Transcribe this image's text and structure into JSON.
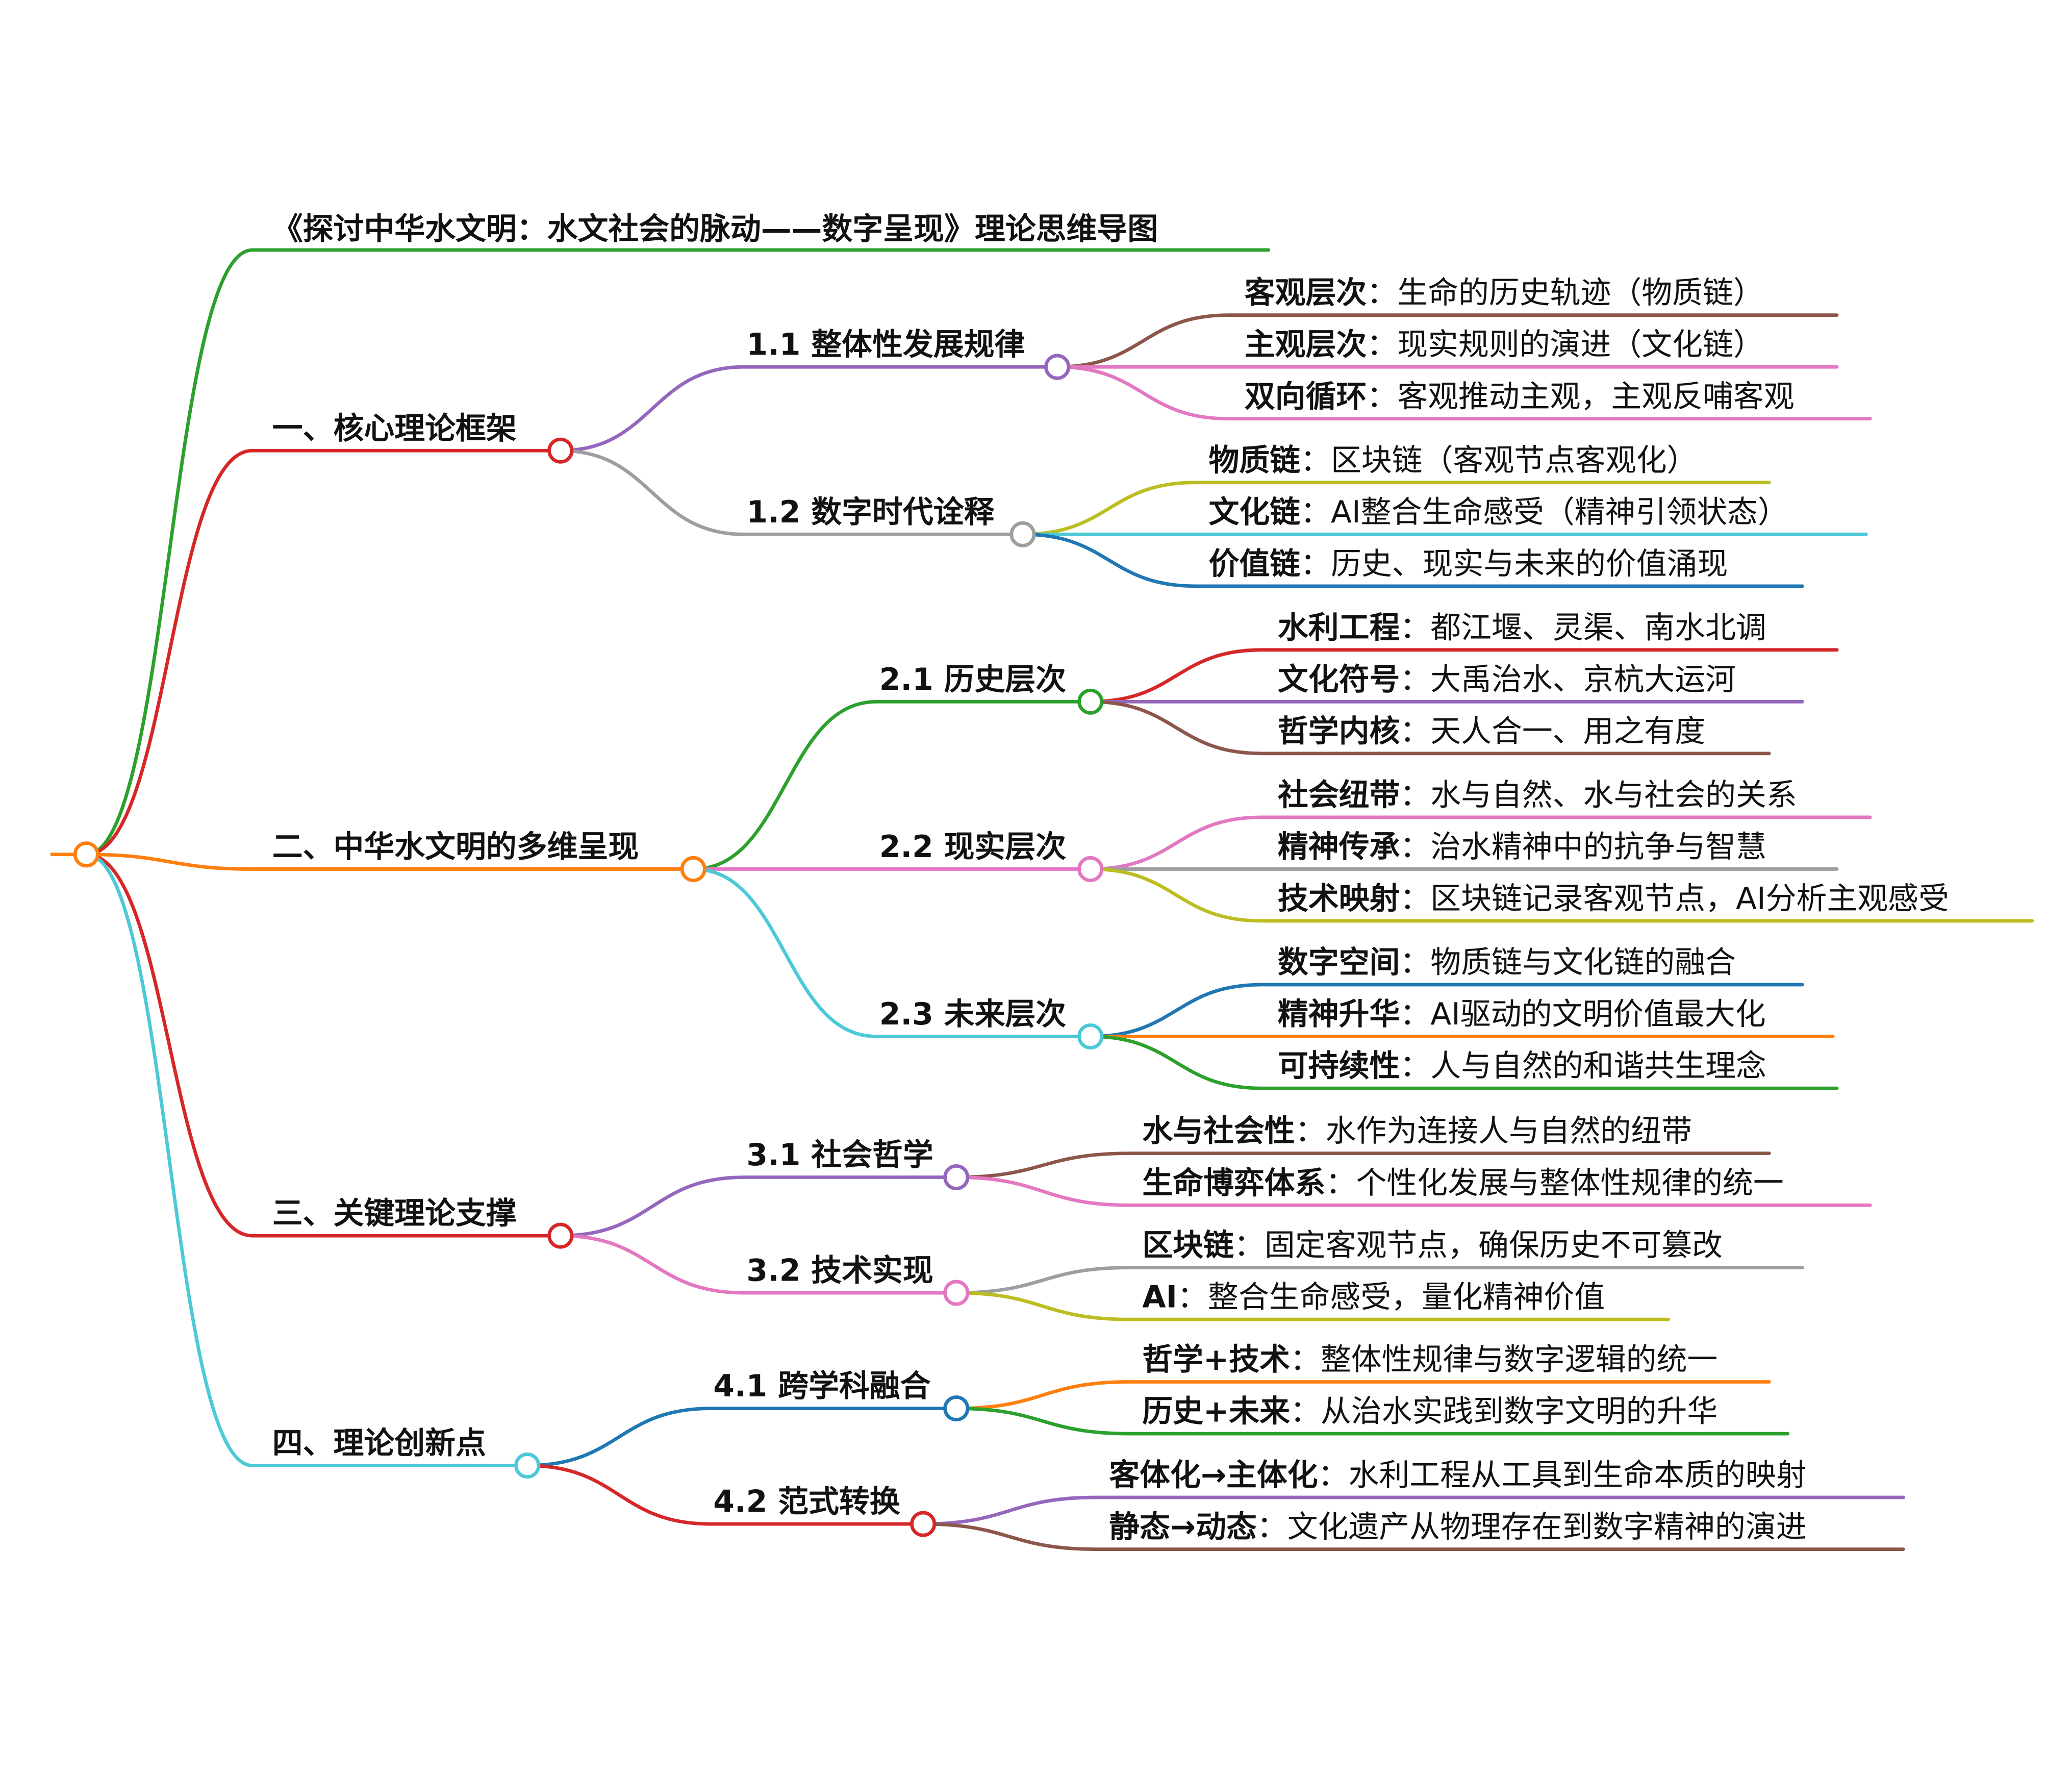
{
  "title": {
    "text": "《探讨中华水文明：水文社会的脉动——数字呈现》理论思维导图",
    "color": "#2ca02c"
  },
  "separator": "：",
  "root": {
    "color": "#ff7f0e"
  },
  "branches": [
    {
      "label": "一、核心理论框架",
      "color": "#d62728",
      "children": [
        {
          "label": "1.1 整体性发展规律",
          "color": "#9467bd",
          "leaves": [
            {
              "key": "客观层次",
              "text": "生命的历史轨迹（物质链）",
              "color": "#8c564b"
            },
            {
              "key": "主观层次",
              "text": "现实规则的演进（文化链）",
              "color": "#e377c2"
            },
            {
              "key": "双向循环",
              "text": "客观推动主观，主观反哺客观",
              "color": "#e377c2"
            }
          ]
        },
        {
          "label": "1.2 数字时代诠释",
          "color": "#9e9e9e",
          "leaves": [
            {
              "key": "物质链",
              "text": "区块链（客观节点客观化）",
              "color": "#bcbd22"
            },
            {
              "key": "文化链",
              "text": "AI整合生命感受（精神引领状态）",
              "color": "#4cc9d6"
            },
            {
              "key": "价值链",
              "text": "历史、现实与未来的价值涌现",
              "color": "#1f77b4"
            }
          ]
        }
      ]
    },
    {
      "label": "二、中华水文明的多维呈现",
      "color": "#ff7f0e",
      "children": [
        {
          "label": "2.1 历史层次",
          "color": "#2ca02c",
          "leaves": [
            {
              "key": "水利工程",
              "text": "都江堰、灵渠、南水北调",
              "color": "#d62728"
            },
            {
              "key": "文化符号",
              "text": "大禹治水、京杭大运河",
              "color": "#9467bd"
            },
            {
              "key": "哲学内核",
              "text": "天人合一、用之有度",
              "color": "#8c564b"
            }
          ]
        },
        {
          "label": "2.2 现实层次",
          "color": "#e377c2",
          "leaves": [
            {
              "key": "社会纽带",
              "text": "水与自然、水与社会的关系",
              "color": "#e377c2"
            },
            {
              "key": "精神传承",
              "text": "治水精神中的抗争与智慧",
              "color": "#9e9e9e"
            },
            {
              "key": "技术映射",
              "text": "区块链记录客观节点，AI分析主观感受",
              "color": "#bcbd22"
            }
          ]
        },
        {
          "label": "2.3 未来层次",
          "color": "#4cc9d6",
          "leaves": [
            {
              "key": "数字空间",
              "text": "物质链与文化链的融合",
              "color": "#1f77b4"
            },
            {
              "key": "精神升华",
              "text": "AI驱动的文明价值最大化",
              "color": "#ff7f0e"
            },
            {
              "key": "可持续性",
              "text": "人与自然的和谐共生理念",
              "color": "#2ca02c"
            }
          ]
        }
      ]
    },
    {
      "label": "三、关键理论支撑",
      "color": "#d62728",
      "children": [
        {
          "label": "3.1 社会哲学",
          "color": "#9467bd",
          "leaves": [
            {
              "key": "水与社会性",
              "text": "水作为连接人与自然的纽带",
              "color": "#8c564b"
            },
            {
              "key": "生命博弈体系",
              "text": "个性化发展与整体性规律的统一",
              "color": "#e377c2"
            }
          ]
        },
        {
          "label": "3.2 技术实现",
          "color": "#e377c2",
          "leaves": [
            {
              "key": "区块链",
              "text": "固定客观节点，确保历史不可篡改",
              "color": "#9e9e9e"
            },
            {
              "key": "AI",
              "text": "整合生命感受，量化精神价值",
              "color": "#bcbd22"
            }
          ]
        }
      ]
    },
    {
      "label": "四、理论创新点",
      "color": "#4cc9d6",
      "children": [
        {
          "label": "4.1 跨学科融合",
          "color": "#1f77b4",
          "leaves": [
            {
              "key": "哲学+技术",
              "text": "整体性规律与数字逻辑的统一",
              "color": "#ff7f0e"
            },
            {
              "key": "历史+未来",
              "text": "从治水实践到数字文明的升华",
              "color": "#2ca02c"
            }
          ]
        },
        {
          "label": "4.2 范式转换",
          "color": "#d62728",
          "leaves": [
            {
              "key": "客体化→主体化",
              "text": "水利工程从工具到生命本质的映射",
              "color": "#9467bd"
            },
            {
              "key": "静态→动态",
              "text": "文化遗产从物理存在到数字精神的演进",
              "color": "#8c564b"
            }
          ]
        }
      ]
    }
  ]
}
